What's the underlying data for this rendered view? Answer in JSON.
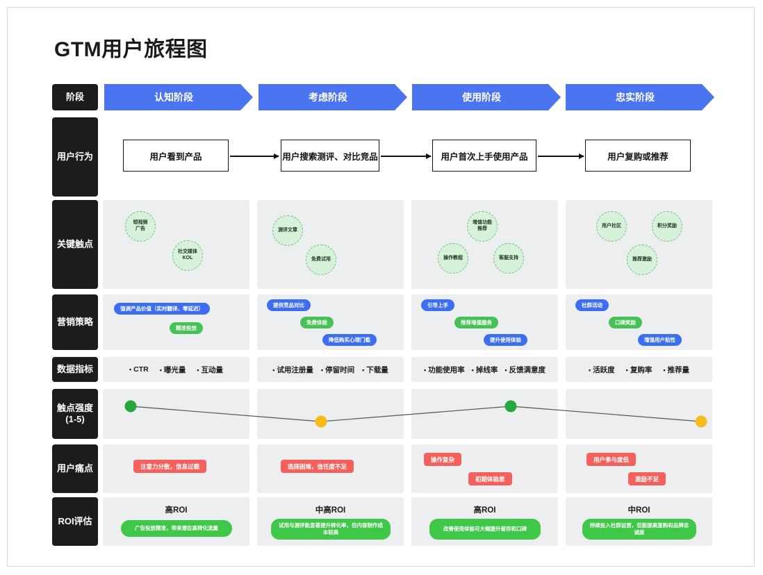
{
  "title": "GTM用户旅程图",
  "colors": {
    "stage_blue": "#4a74f0",
    "panel_grey": "#eceef0",
    "label_black": "#1c1c1c",
    "touchpoint_green_fill": "#d7f2da",
    "touchpoint_green_border": "#6dbb74",
    "pill_blue": "#3d6ef0",
    "pill_green": "#46c155",
    "pain_red": "#f4615c",
    "roi_green": "#3fc748",
    "node_green": "#27a83c",
    "node_yellow": "#f5bc1a"
  },
  "row_labels": {
    "stage": "阶段",
    "behavior": "用户行为",
    "touchpoints": "关键触点",
    "strategy": "营销策略",
    "metrics": "数据指标",
    "strength": "触点强度\n(1-5)",
    "strength_line1": "触点强度",
    "strength_line2": "(1-5)",
    "pain": "用户痛点",
    "roi": "ROI评估"
  },
  "stages": [
    {
      "name": "认知阶段"
    },
    {
      "name": "考虑阶段"
    },
    {
      "name": "使用阶段"
    },
    {
      "name": "忠实阶段"
    }
  ],
  "behaviors": [
    "用户看到产品",
    "用户搜索测评、对比竞品",
    "用户首次上手使用产品",
    "用户复购或推荐"
  ],
  "touchpoints": [
    [
      "短视频\n广告",
      "社交媒体\nKOL"
    ],
    [
      "测评文章",
      "免费试用"
    ],
    [
      "增值功能\n推荐",
      "操作教程",
      "客服支持"
    ],
    [
      "用户社区",
      "积分奖励",
      "推荐激励"
    ]
  ],
  "touchpoints_flat": [
    [
      {
        "l1": "短视频",
        "l2": "广告"
      },
      {
        "l1": "社交媒体",
        "l2": "KOL"
      }
    ],
    [
      {
        "l1": "测评文章",
        "l2": ""
      },
      {
        "l1": "免费试用",
        "l2": ""
      }
    ],
    [
      {
        "l1": "增值功能",
        "l2": "推荐"
      },
      {
        "l1": "操作教程",
        "l2": ""
      },
      {
        "l1": "客服支持",
        "l2": ""
      }
    ],
    [
      {
        "l1": "用户社区",
        "l2": ""
      },
      {
        "l1": "积分奖励",
        "l2": ""
      },
      {
        "l1": "推荐激励",
        "l2": ""
      }
    ]
  ],
  "strategies": [
    [
      {
        "text": "强调产品价值（实时翻译、零延迟）",
        "color": "blue"
      },
      {
        "text": "精准投放",
        "color": "green"
      }
    ],
    [
      {
        "text": "提供竞品对比",
        "color": "blue"
      },
      {
        "text": "免费体验",
        "color": "green"
      },
      {
        "text": "降低购买心理门槛",
        "color": "blue"
      }
    ],
    [
      {
        "text": "引导上手",
        "color": "blue"
      },
      {
        "text": "推荐增值服务",
        "color": "green"
      },
      {
        "text": "提升使用体验",
        "color": "blue"
      }
    ],
    [
      {
        "text": "社群活动",
        "color": "blue"
      },
      {
        "text": "口碑奖励",
        "color": "green"
      },
      {
        "text": "增强用户粘性",
        "color": "blue"
      }
    ]
  ],
  "metrics": [
    [
      "CTR",
      "曝光量",
      "互动量"
    ],
    [
      "试用注册量",
      "停留时间",
      "下载量"
    ],
    [
      "功能使用率",
      "掉线率",
      "反馈满意度"
    ],
    [
      "活跃度",
      "复购率",
      "推荐量"
    ]
  ],
  "pains": [
    [
      "注意力分散，信息过载"
    ],
    [
      "选择困难，信任度不足"
    ],
    [
      "操作复杂",
      "初期体验差"
    ],
    [
      "用户参与度低",
      "激励不足"
    ]
  ],
  "roi": [
    {
      "level": "高ROI",
      "note": "广告投放精准，带来潜在高转化流量"
    },
    {
      "level": "中高ROI",
      "note": "试用与测评能显著提升转化率，但内容制作成本较高"
    },
    {
      "level": "高ROI",
      "note": "改善使用体验可大幅提升留存和口碑"
    },
    {
      "level": "中ROI",
      "note": "持续投入社群运营，但能提高复购和品牌忠诚度"
    }
  ],
  "chart_data": {
    "type": "line",
    "title": "触点强度(1-5)",
    "categories": [
      "认知阶段",
      "考虑阶段",
      "使用阶段",
      "忠实阶段"
    ],
    "values": [
      4,
      2,
      4,
      2
    ],
    "point_colors": [
      "#27a83c",
      "#f5bc1a",
      "#27a83c",
      "#f5bc1a"
    ],
    "ylim": [
      1,
      5
    ],
    "grid": false,
    "legend": "none",
    "xlabel": "",
    "ylabel": "触点强度"
  }
}
